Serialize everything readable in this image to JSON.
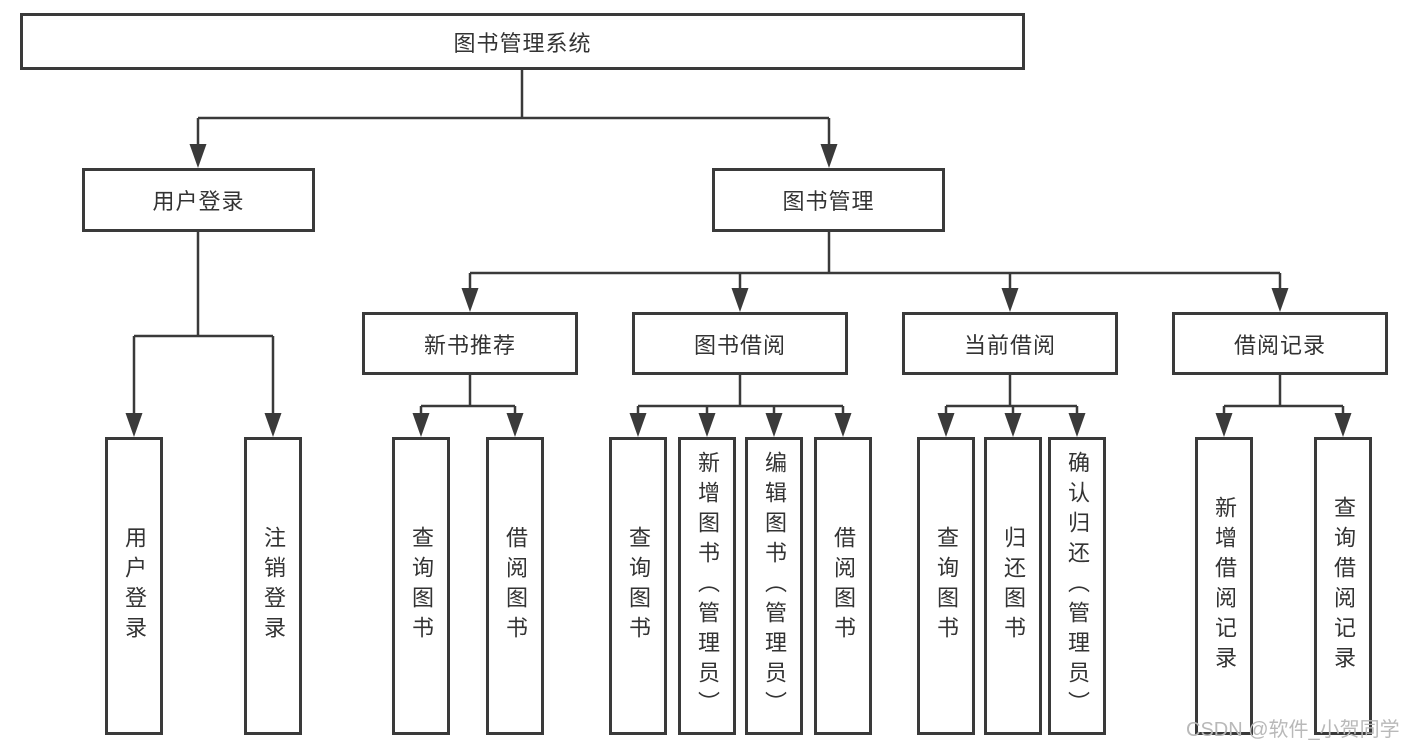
{
  "diagram": {
    "title": "图书管理系统",
    "watermark": "CSDN @软件_小贺同学",
    "colors": {
      "line": "#3a3a3a",
      "box_border": "#3a3a3a",
      "text": "#333333",
      "watermark": "#b9b9b9",
      "background": "#ffffff"
    },
    "root": {
      "label": "图书管理系统"
    },
    "level2": [
      {
        "id": "user-login",
        "label": "用户登录"
      },
      {
        "id": "book-management",
        "label": "图书管理"
      }
    ],
    "level3": [
      {
        "id": "new-book-recommend",
        "label": "新书推荐",
        "parent": "book-management"
      },
      {
        "id": "book-borrow",
        "label": "图书借阅",
        "parent": "book-management"
      },
      {
        "id": "current-borrow",
        "label": "当前借阅",
        "parent": "book-management"
      },
      {
        "id": "borrow-records",
        "label": "借阅记录",
        "parent": "book-management"
      }
    ],
    "leaves": [
      {
        "id": "leaf-user-login",
        "label": "用户登录",
        "parent": "user-login"
      },
      {
        "id": "leaf-logout",
        "label": "注销登录",
        "parent": "user-login"
      },
      {
        "id": "leaf-nb-query-book",
        "label": "查询图书",
        "parent": "new-book-recommend"
      },
      {
        "id": "leaf-nb-borrow-book",
        "label": "借阅图书",
        "parent": "new-book-recommend"
      },
      {
        "id": "leaf-bb-query-book",
        "label": "查询图书",
        "parent": "book-borrow"
      },
      {
        "id": "leaf-bb-add-book-admin",
        "label": "新增图书（管理员）",
        "parent": "book-borrow"
      },
      {
        "id": "leaf-bb-edit-book-admin",
        "label": "编辑图书（管理员）",
        "parent": "book-borrow"
      },
      {
        "id": "leaf-bb-borrow-book",
        "label": "借阅图书",
        "parent": "book-borrow"
      },
      {
        "id": "leaf-cb-query-book",
        "label": "查询图书",
        "parent": "current-borrow"
      },
      {
        "id": "leaf-cb-return-book",
        "label": "归还图书",
        "parent": "current-borrow"
      },
      {
        "id": "leaf-cb-confirm-return-admin",
        "label": "确认归还（管理员）",
        "parent": "current-borrow"
      },
      {
        "id": "leaf-br-add-record",
        "label": "新增借阅记录",
        "parent": "borrow-records"
      },
      {
        "id": "leaf-br-query-record",
        "label": "查询借阅记录",
        "parent": "borrow-records"
      }
    ]
  }
}
